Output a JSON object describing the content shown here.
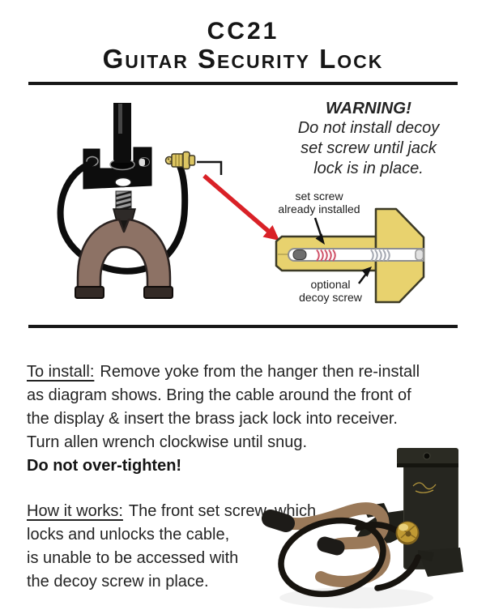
{
  "document": {
    "model": "CC21",
    "product_name": "Guitar Security Lock"
  },
  "warning": {
    "heading": "WARNING!",
    "lines": [
      "Do not install decoy",
      "set screw until jack",
      "lock is in place."
    ]
  },
  "lock_diagram": {
    "set_screw_label": {
      "line1": "set screw",
      "line2": "already installed"
    },
    "decoy_label": {
      "line1": "optional",
      "line2": "decoy screw"
    }
  },
  "install": {
    "heading": "To install:",
    "lines": [
      "Remove yoke from the hanger then re-install",
      "as diagram shows. Bring the cable around the front of",
      "the display & insert the brass jack lock into receiver.",
      "Turn allen wrench clockwise until snug."
    ],
    "emphasis": "Do not over-tighten!"
  },
  "how_it_works": {
    "heading": "How it works:",
    "lines": [
      "The front set screw, which",
      "locks and unlocks the cable,",
      "is unable to be accessed with",
      "the decoy screw in place."
    ]
  },
  "colors": {
    "ink": "#1b1b1b",
    "arrow_red": "#d92127",
    "lock_body_yellow": "#e8d26e",
    "set_screw_red": "#d0546a",
    "decoy_screw_gray": "#a5a9b2",
    "yoke_brown": "#8d7265",
    "photo_yoke_tan": "#9a7959",
    "brass_gold": "#c09a33"
  }
}
